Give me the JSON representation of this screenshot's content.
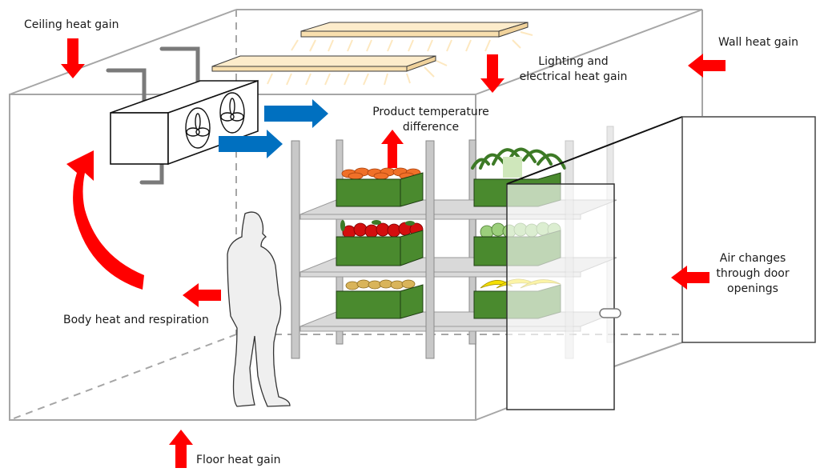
{
  "title": "Cold storage room heat load sources",
  "colors": {
    "heat_arrow": "#ff0000",
    "air_flow_arrow": "#0070c0",
    "light_panel": "#fdeccb",
    "crate_green": "#4a8a2e",
    "room_outline": "#a6a6a6",
    "person_fill": "#efefef"
  },
  "labels": {
    "ceiling": "Ceiling heat gain",
    "wall": "Wall heat gain",
    "lighting": [
      "Lighting and",
      "electrical heat gain"
    ],
    "product": [
      "Product temperature",
      "difference"
    ],
    "air_changes": [
      "Air changes",
      "through door",
      "openings"
    ],
    "body": "Body heat and respiration",
    "floor": "Floor heat gain"
  },
  "heat_sources": [
    {
      "id": "ceiling",
      "arrow_direction": "down"
    },
    {
      "id": "wall",
      "arrow_direction": "left"
    },
    {
      "id": "lighting",
      "arrow_direction": "down"
    },
    {
      "id": "product",
      "arrow_direction": "up"
    },
    {
      "id": "air_changes",
      "arrow_direction": "left"
    },
    {
      "id": "body",
      "arrow_direction": "left"
    },
    {
      "id": "floor",
      "arrow_direction": "up"
    }
  ],
  "produce": [
    {
      "shelf": "top",
      "left": "oranges",
      "right": "leeks"
    },
    {
      "shelf": "middle",
      "left": "red apples",
      "right": "green apples"
    },
    {
      "shelf": "bottom",
      "left": "potatoes",
      "right": "bananas"
    }
  ]
}
